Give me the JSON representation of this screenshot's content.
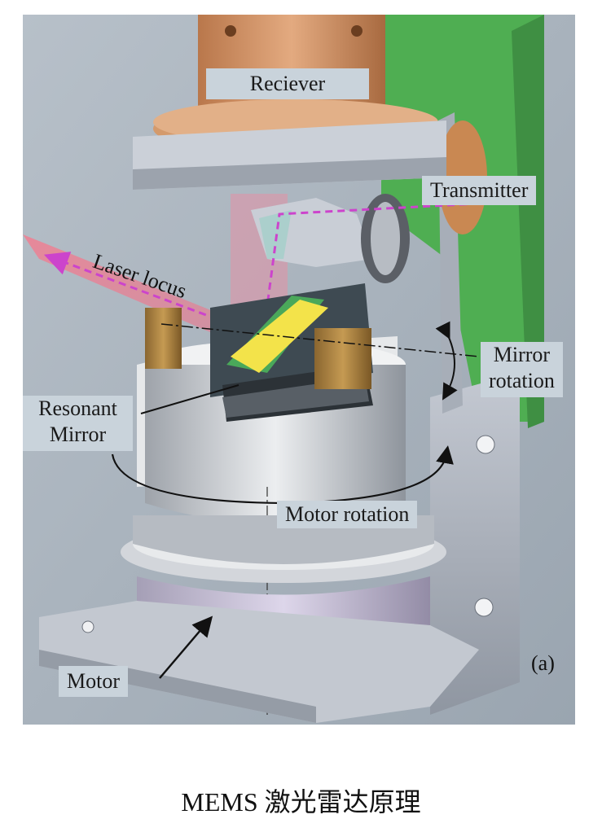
{
  "labels": {
    "receiver": "Reciever",
    "transmitter": "Transmitter",
    "laser_locus": "Laser locus",
    "mirror_rotation_line1": "Mirror",
    "mirror_rotation_line2": "rotation",
    "resonant_mirror_line1": "Resonant",
    "resonant_mirror_line2": "Mirror",
    "motor_rotation": "Motor rotation",
    "motor": "Motor",
    "panel": "(a)"
  },
  "caption": "MEMS 激光雷达原理",
  "colors": {
    "background": "#a9b3bd",
    "receiver_copper": "#d39a6f",
    "green_board": "#4fae52",
    "mirror_yellow": "#f3e34a",
    "laser_pink": "#e87a96",
    "beam_dash": "#cc44cc",
    "label_box": "#c9d3db"
  }
}
